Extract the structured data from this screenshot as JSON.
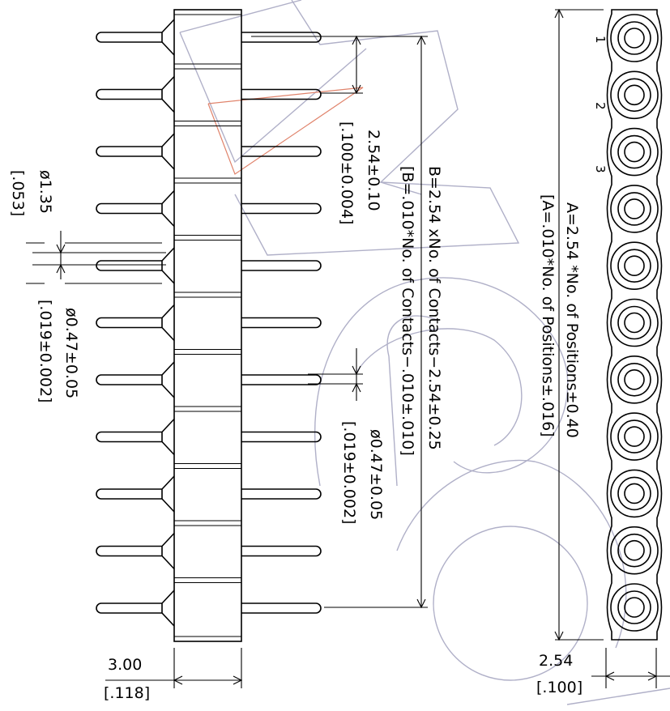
{
  "drawing": {
    "pin_count": 11,
    "pin_labels": [
      "1",
      "2",
      "3"
    ],
    "dimensions": {
      "a_formula": "A=2.54 *No. of Positions±0.40",
      "a_formula_in": "[A=.010*No. of Positions±.016]",
      "b_formula": "B=2.54 xNo. of Contacts−2.54±0.25",
      "b_formula_in": "[B=.010*No. of Contacts−.010±.010]",
      "pitch_mm": "2.54±0.10",
      "pitch_in": "[.100±0.004]",
      "pin_dia_mm": "ø0.47±0.05",
      "pin_dia_in": "[.019±0.002]",
      "tail_dia_mm": "ø0.47±0.05",
      "tail_dia_in": "[.019±0.002]",
      "collar_dia_mm": "ø1.35",
      "collar_dia_in": "[.053]",
      "body_width_mm": "3.00",
      "body_width_in": "[.118]",
      "top_pitch_mm": "2.54",
      "top_pitch_in": "[.100]"
    }
  }
}
